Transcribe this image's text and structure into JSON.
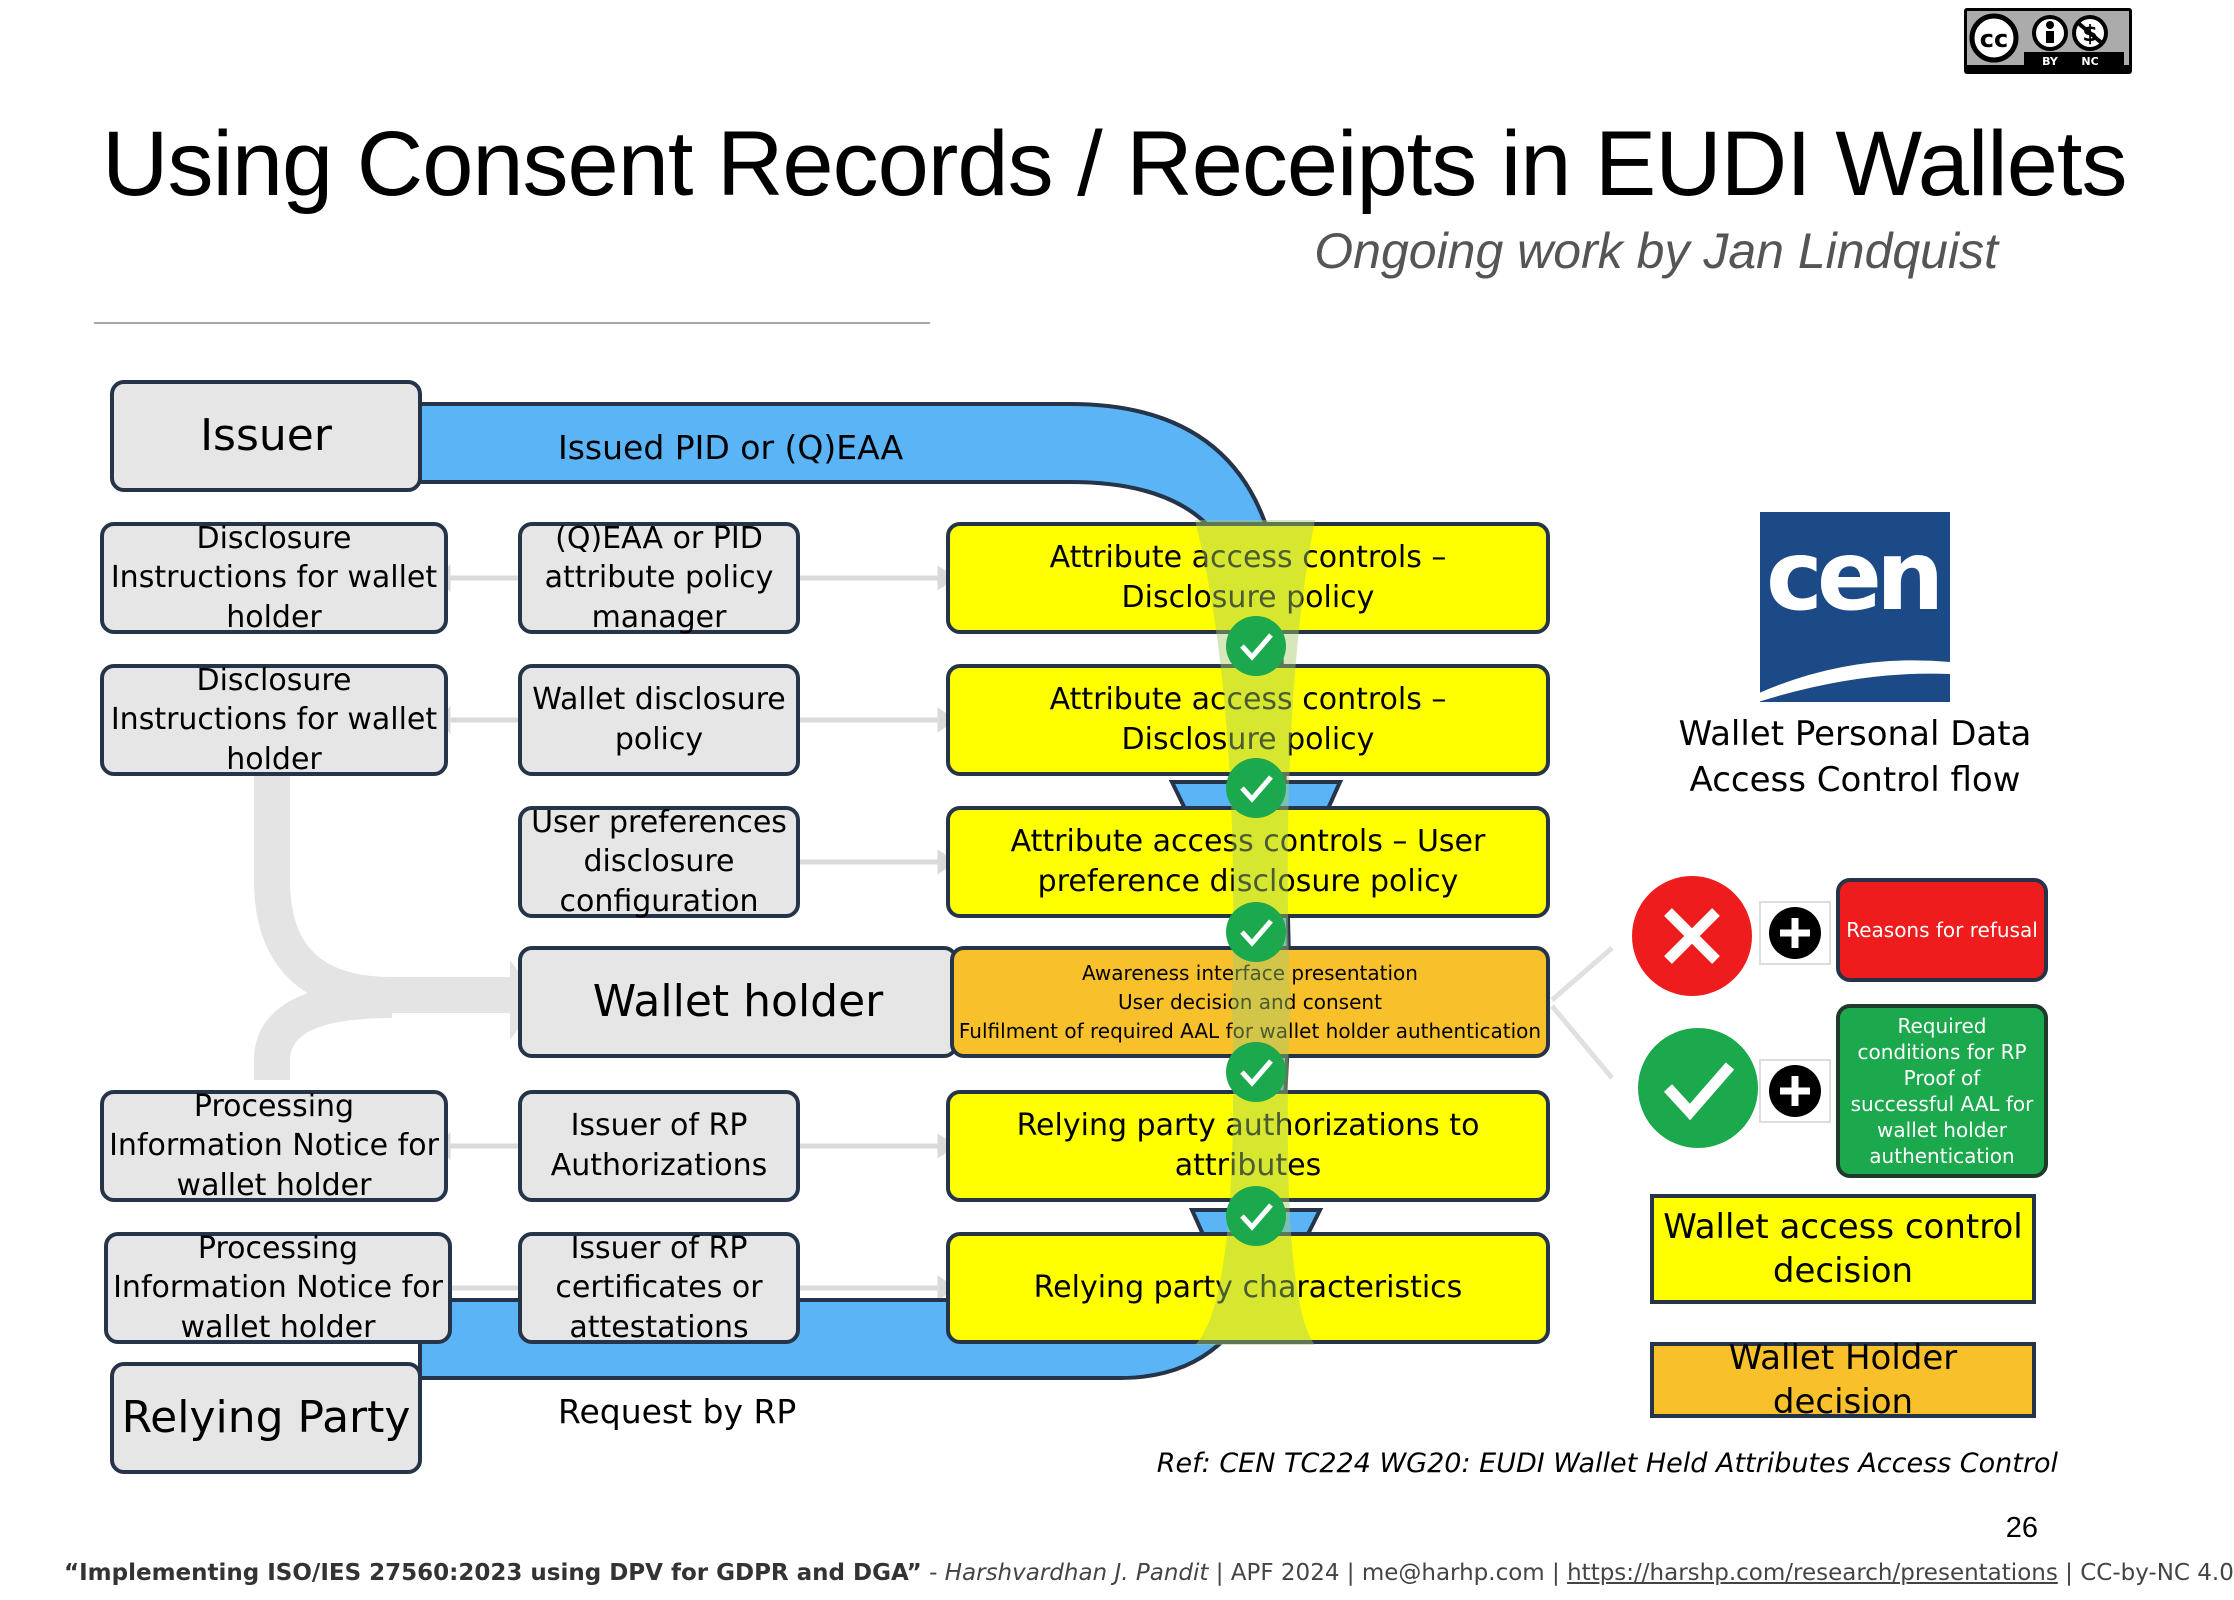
{
  "slide": {
    "title": "Using Consent Records / Receipts in EUDI Wallets",
    "subtitle": "Ongoing work by Jan Lindquist",
    "page_number": "26",
    "license_badge": [
      "BY",
      "NC"
    ]
  },
  "diagram": {
    "issuer": "Issuer",
    "issued_band": "Issued PID or (Q)EAA",
    "relying_party": "Relying Party",
    "request_band": "Request by RP",
    "wallet_holder": "Wallet holder",
    "left_column": [
      "Disclosure Instructions for wallet holder",
      "Disclosure Instructions for wallet holder",
      "Processing Information Notice for wallet holder",
      "Processing Information Notice for wallet holder"
    ],
    "middle_column": [
      "(Q)EAA or PID attribute policy manager",
      "Wallet disclosure policy",
      "User preferences disclosure configuration",
      "Issuer of RP Authorizations",
      "Issuer of RP certificates or attestations"
    ],
    "right_column": [
      "Attribute access controls – Disclosure policy",
      "Attribute access controls – Disclosure policy",
      "Attribute access controls – User preference disclosure policy",
      "Relying party authorizations to attributes",
      "Relying party characteristics"
    ],
    "awareness_box": [
      "Awareness interface presentation",
      "User decision and consent",
      "Fulfilment of required AAL for wallet holder authentication"
    ]
  },
  "side_panel": {
    "logo_text": "cen",
    "caption_line1": "Wallet Personal Data",
    "caption_line2": "Access Control flow",
    "refusal_box": "Reasons for refusal",
    "accept_box": "Required conditions for RP Proof of successful AAL for wallet holder authentication",
    "access_decision": "Wallet access control decision",
    "holder_decision": "Wallet Holder decision",
    "reference": "Ref: CEN TC224 WG20: EUDI Wallet Held Attributes Access Control"
  },
  "footer": {
    "talk_title": "“Implementing ISO/IES 27560:2023 using DPV for GDPR and DGA”",
    "separator": " - ",
    "author": "Harshvardhan J. Pandit",
    "details": " | APF 2024 | me@harhp.com | ",
    "link": "https://harshp.com/research/presentations",
    "license": " | CC-by-NC 4.0"
  },
  "colors": {
    "blue_band": "#5bb4f5",
    "yellow_box": "#ffff00",
    "orange_box": "#f8c12c",
    "grey_box": "#e6e6e6",
    "green_check": "#1ca84c",
    "red_cross": "#ee1c1c",
    "cen_blue": "#1c4a86"
  }
}
